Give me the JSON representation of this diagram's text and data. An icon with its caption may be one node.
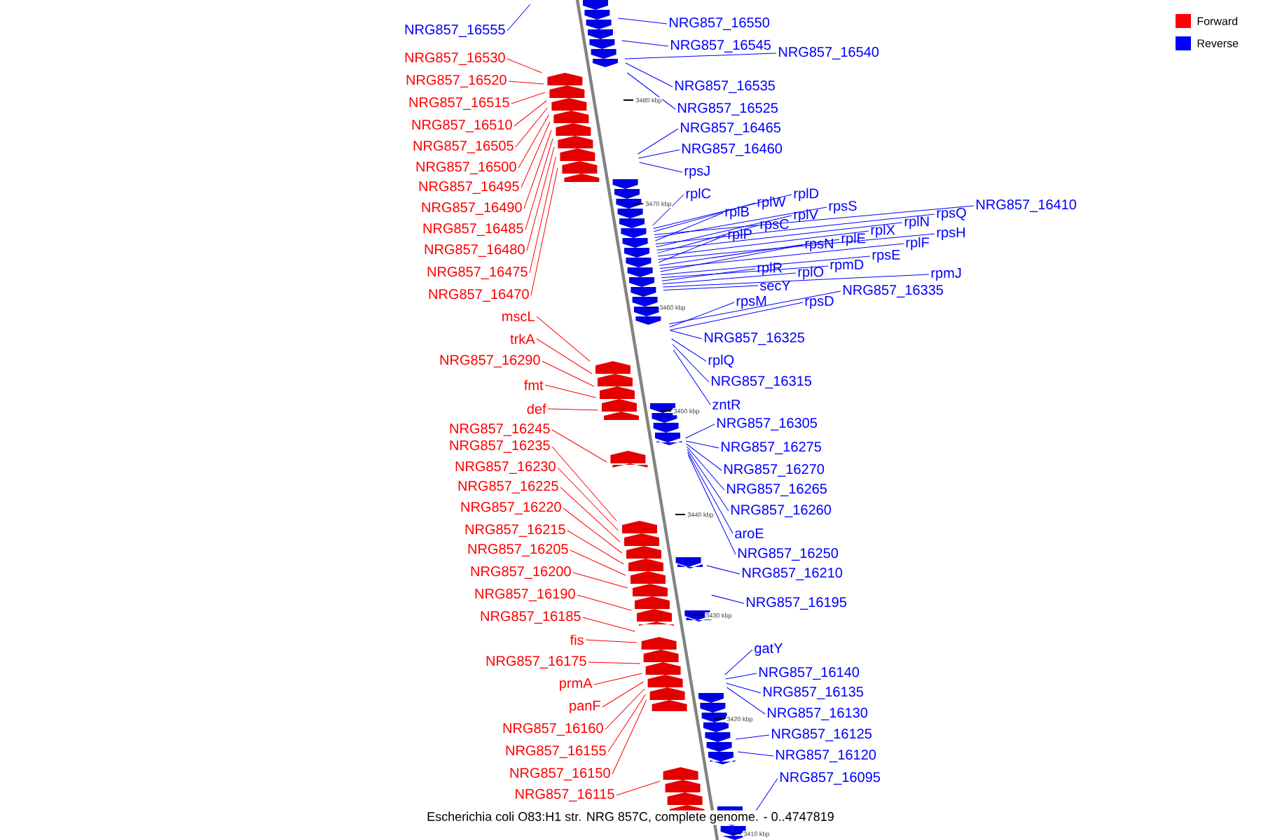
{
  "diagram": {
    "caption": "Escherichia coli O83:H1 str. NRG 857C, complete genome. - 0..4747819",
    "nodes": [
      {
        "text": [
          "NRG857_16555"
        ]
      },
      {
        "text": [
          "NRG857_16530"
        ]
      },
      {
        "text": [
          "NRG857_16520"
        ]
      },
      {
        "text": [
          "NRG857_16515"
        ]
      },
      {
        "text": [
          "NRG857_16510"
        ]
      },
      {
        "text": [
          "NRG857_16505"
        ]
      },
      {
        "text": [
          "NRG857_16500"
        ]
      },
      {
        "text": [
          "NRG857_16495"
        ]
      },
      {
        "text": [
          "NRG857_16490"
        ]
      },
      {
        "text": [
          "NRG857_16485"
        ]
      },
      {
        "text": [
          "NRG857_16480"
        ]
      },
      {
        "text": [
          "NRG857_16475"
        ]
      },
      {
        "text": [
          "NRG857_16470"
        ]
      },
      {
        "text": [
          "mscL"
        ]
      },
      {
        "text": [
          "trkA"
        ]
      },
      {
        "text": [
          "NRG857_16290"
        ]
      },
      {
        "text": [
          "fmt"
        ]
      },
      {
        "text": [
          "def"
        ]
      },
      {
        "text": [
          "NRG857_16245"
        ]
      },
      {
        "text": [
          "NRG857_16235"
        ]
      },
      {
        "text": [
          "NRG857_16230"
        ]
      },
      {
        "text": [
          "NRG857_16225"
        ]
      },
      {
        "text": [
          "NRG857_16220"
        ]
      },
      {
        "text": [
          "NRG857_16215"
        ]
      },
      {
        "text": [
          "NRG857_16205"
        ]
      },
      {
        "text": [
          "NRG857_16200"
        ]
      },
      {
        "text": [
          "NRG857_16190"
        ]
      },
      {
        "text": [
          "NRG857_16185"
        ]
      },
      {
        "text": [
          "fis"
        ]
      },
      {
        "text": [
          "NRG857_16175"
        ]
      },
      {
        "text": [
          "prmA"
        ]
      },
      {
        "text": [
          "panF"
        ]
      },
      {
        "text": [
          "NRG857_16160"
        ]
      },
      {
        "text": [
          "NRG857_16155"
        ]
      },
      {
        "text": [
          "NRG857_16150"
        ]
      },
      {
        "text": [
          "NRG857_16115"
        ]
      },
      {
        "text": [
          "NRG857_16550"
        ]
      },
      {
        "text": [
          "NRG857_16545"
        ]
      },
      {
        "text": [
          "NRG857_16540"
        ]
      },
      {
        "text": [
          "NRG857_16535"
        ]
      },
      {
        "text": [
          "NRG857_16525"
        ]
      },
      {
        "text": [
          "NRG857_16465"
        ]
      },
      {
        "text": [
          "NRG857_16460"
        ]
      },
      {
        "text": [
          "rpsJ"
        ]
      },
      {
        "text": [
          "rplC"
        ]
      },
      {
        "text": [
          "rplW"
        ]
      },
      {
        "text": [
          "rplD"
        ]
      },
      {
        "text": [
          "rplB"
        ]
      },
      {
        "text": [
          "rpsS"
        ]
      },
      {
        "text": [
          "rplV"
        ]
      },
      {
        "text": [
          "NRG857_16410"
        ]
      },
      {
        "text": [
          "rpsQ"
        ]
      },
      {
        "text": [
          "rpsC"
        ]
      },
      {
        "text": [
          "rplP"
        ]
      },
      {
        "text": [
          "rplN"
        ]
      },
      {
        "text": [
          "rplX"
        ]
      },
      {
        "text": [
          "rpsH"
        ]
      },
      {
        "text": [
          "rplE"
        ]
      },
      {
        "text": [
          "rpsN"
        ]
      },
      {
        "text": [
          "rplF"
        ]
      },
      {
        "text": [
          "rpsE"
        ]
      },
      {
        "text": [
          "rpmD"
        ]
      },
      {
        "text": [
          "rplR"
        ]
      },
      {
        "text": [
          "rplO"
        ]
      },
      {
        "text": [
          "rpmJ"
        ]
      },
      {
        "text": [
          "secY"
        ]
      },
      {
        "text": [
          "NRG857_16335"
        ]
      },
      {
        "text": [
          "rpsM"
        ]
      },
      {
        "text": [
          "rpsD"
        ]
      },
      {
        "text": [
          "NRG857_16325"
        ]
      },
      {
        "text": [
          "rplQ"
        ]
      },
      {
        "text": [
          "NRG857_16315"
        ]
      },
      {
        "text": [
          "zntR"
        ]
      },
      {
        "text": [
          "NRG857_16305"
        ]
      },
      {
        "text": [
          "NRG857_16275"
        ]
      },
      {
        "text": [
          "NRG857_16270"
        ]
      },
      {
        "text": [
          "NRG857_16265"
        ]
      },
      {
        "text": [
          "NRG857_16260"
        ]
      },
      {
        "text": [
          "aroE"
        ]
      },
      {
        "text": [
          "NRG857_16250"
        ]
      },
      {
        "text": [
          "NRG857_16210"
        ]
      },
      {
        "text": [
          "NRG857_16195"
        ]
      },
      {
        "text": [
          "gatY"
        ]
      },
      {
        "text": [
          "NRG857_16140"
        ]
      },
      {
        "text": [
          "NRG857_16135"
        ]
      },
      {
        "text": [
          "NRG857_16130"
        ]
      },
      {
        "text": [
          "NRG857_16125"
        ]
      },
      {
        "text": [
          "NRG857_16120"
        ]
      },
      {
        "text": [
          "NRG857_16095"
        ]
      }
    ],
    "edges": [
      {
        "from": 0,
        "to": null,
        "arrow": "none",
        "color": "#0000ff"
      },
      {
        "from": 1,
        "to": null,
        "arrow": "none",
        "color": "#ff0000"
      },
      {
        "from": 2,
        "to": null,
        "arrow": "none",
        "color": "#ff0000"
      },
      {
        "from": 3,
        "to": null,
        "arrow": "none",
        "color": "#ff0000"
      },
      {
        "from": 4,
        "to": null,
        "arrow": "none",
        "color": "#ff0000"
      },
      {
        "from": 5,
        "to": null,
        "arrow": "none",
        "color": "#ff0000"
      },
      {
        "from": 6,
        "to": null,
        "arrow": "none",
        "color": "#ff0000"
      },
      {
        "from": 7,
        "to": null,
        "arrow": "none",
        "color": "#ff0000"
      },
      {
        "from": 8,
        "to": null,
        "arrow": "none",
        "color": "#ff0000"
      },
      {
        "from": 9,
        "to": null,
        "arrow": "none",
        "color": "#ff0000"
      },
      {
        "from": 10,
        "to": null,
        "arrow": "none",
        "color": "#ff0000"
      },
      {
        "from": 11,
        "to": null,
        "arrow": "none",
        "color": "#ff0000"
      },
      {
        "from": 12,
        "to": null,
        "arrow": "none",
        "color": "#ff0000"
      },
      {
        "from": 13,
        "to": null,
        "arrow": "none",
        "color": "#ff0000"
      },
      {
        "from": 14,
        "to": null,
        "arrow": "none",
        "color": "#ff0000"
      },
      {
        "from": 15,
        "to": null,
        "arrow": "none",
        "color": "#ff0000"
      },
      {
        "from": 16,
        "to": null,
        "arrow": "none",
        "color": "#ff0000"
      },
      {
        "from": 17,
        "to": null,
        "arrow": "none",
        "color": "#ff0000"
      },
      {
        "from": 18,
        "to": null,
        "arrow": "none",
        "color": "#ff0000"
      },
      {
        "from": 19,
        "to": null,
        "arrow": "none",
        "color": "#ff0000"
      },
      {
        "from": 20,
        "to": null,
        "arrow": "none",
        "color": "#ff0000"
      },
      {
        "from": 21,
        "to": null,
        "arrow": "none",
        "color": "#ff0000"
      },
      {
        "from": 22,
        "to": null,
        "arrow": "none",
        "color": "#ff0000"
      },
      {
        "from": 23,
        "to": null,
        "arrow": "none",
        "color": "#ff0000"
      },
      {
        "from": 24,
        "to": null,
        "arrow": "none",
        "color": "#ff0000"
      },
      {
        "from": 25,
        "to": null,
        "arrow": "none",
        "color": "#ff0000"
      },
      {
        "from": 26,
        "to": null,
        "arrow": "none",
        "color": "#ff0000"
      },
      {
        "from": 27,
        "to": null,
        "arrow": "none",
        "color": "#ff0000"
      },
      {
        "from": 28,
        "to": null,
        "arrow": "none",
        "color": "#ff0000"
      },
      {
        "from": 29,
        "to": null,
        "arrow": "none",
        "color": "#ff0000"
      },
      {
        "from": 30,
        "to": null,
        "arrow": "none",
        "color": "#ff0000"
      },
      {
        "from": 31,
        "to": null,
        "arrow": "none",
        "color": "#ff0000"
      },
      {
        "from": 32,
        "to": null,
        "arrow": "none",
        "color": "#ff0000"
      },
      {
        "from": 33,
        "to": null,
        "arrow": "none",
        "color": "#ff0000"
      },
      {
        "from": 34,
        "to": null,
        "arrow": "none",
        "color": "#ff0000"
      },
      {
        "from": 35,
        "to": null,
        "arrow": "none",
        "color": "#ff0000"
      },
      {
        "from": 36,
        "to": null,
        "arrow": "none",
        "color": "#0000ff"
      },
      {
        "from": 37,
        "to": null,
        "arrow": "none",
        "color": "#0000ff"
      },
      {
        "from": 38,
        "to": null,
        "arrow": "none",
        "color": "#0000ff"
      },
      {
        "from": 39,
        "to": null,
        "arrow": "none",
        "color": "#0000ff"
      },
      {
        "from": 40,
        "to": null,
        "arrow": "none",
        "color": "#0000ff"
      },
      {
        "from": 41,
        "to": null,
        "arrow": "none",
        "color": "#0000ff"
      },
      {
        "from": 42,
        "to": null,
        "arrow": "none",
        "color": "#0000ff"
      },
      {
        "from": 43,
        "to": null,
        "arrow": "none",
        "color": "#0000ff"
      },
      {
        "from": 44,
        "to": null,
        "arrow": "none",
        "color": "#0000ff"
      },
      {
        "from": 45,
        "to": null,
        "arrow": "none",
        "color": "#0000ff"
      },
      {
        "from": 46,
        "to": null,
        "arrow": "none",
        "color": "#0000ff"
      },
      {
        "from": 47,
        "to": null,
        "arrow": "none",
        "color": "#0000ff"
      },
      {
        "from": 48,
        "to": null,
        "arrow": "none",
        "color": "#0000ff"
      },
      {
        "from": 49,
        "to": null,
        "arrow": "none",
        "color": "#0000ff"
      },
      {
        "from": 50,
        "to": null,
        "arrow": "none",
        "color": "#0000ff"
      },
      {
        "from": 51,
        "to": null,
        "arrow": "none",
        "color": "#0000ff"
      },
      {
        "from": 52,
        "to": null,
        "arrow": "none",
        "color": "#0000ff"
      },
      {
        "from": 53,
        "to": null,
        "arrow": "none",
        "color": "#0000ff"
      },
      {
        "from": 54,
        "to": null,
        "arrow": "none",
        "color": "#0000ff"
      },
      {
        "from": 55,
        "to": null,
        "arrow": "none",
        "color": "#0000ff"
      },
      {
        "from": 56,
        "to": null,
        "arrow": "none",
        "color": "#0000ff"
      },
      {
        "from": 57,
        "to": null,
        "arrow": "none",
        "color": "#0000ff"
      },
      {
        "from": 58,
        "to": null,
        "arrow": "none",
        "color": "#0000ff"
      },
      {
        "from": 59,
        "to": null,
        "arrow": "none",
        "color": "#0000ff"
      },
      {
        "from": 60,
        "to": null,
        "arrow": "none",
        "color": "#0000ff"
      },
      {
        "from": 61,
        "to": null,
        "arrow": "none",
        "color": "#0000ff"
      },
      {
        "from": 62,
        "to": null,
        "arrow": "none",
        "color": "#0000ff"
      },
      {
        "from": 63,
        "to": null,
        "arrow": "none",
        "color": "#0000ff"
      },
      {
        "from": 64,
        "to": null,
        "arrow": "none",
        "color": "#0000ff"
      },
      {
        "from": 65,
        "to": null,
        "arrow": "none",
        "color": "#0000ff"
      },
      {
        "from": 66,
        "to": null,
        "arrow": "none",
        "color": "#0000ff"
      },
      {
        "from": 67,
        "to": null,
        "arrow": "none",
        "color": "#0000ff"
      },
      {
        "from": 68,
        "to": null,
        "arrow": "none",
        "color": "#0000ff"
      },
      {
        "from": 69,
        "to": null,
        "arrow": "none",
        "color": "#0000ff"
      },
      {
        "from": 70,
        "to": null,
        "arrow": "none",
        "color": "#0000ff"
      },
      {
        "from": 71,
        "to": null,
        "arrow": "none",
        "color": "#0000ff"
      },
      {
        "from": 72,
        "to": null,
        "arrow": "none",
        "color": "#0000ff"
      },
      {
        "from": 73,
        "to": null,
        "arrow": "none",
        "color": "#0000ff"
      },
      {
        "from": 74,
        "to": null,
        "arrow": "none",
        "color": "#0000ff"
      },
      {
        "from": 75,
        "to": null,
        "arrow": "none",
        "color": "#0000ff"
      },
      {
        "from": 76,
        "to": null,
        "arrow": "none",
        "color": "#0000ff"
      },
      {
        "from": 77,
        "to": null,
        "arrow": "none",
        "color": "#0000ff"
      },
      {
        "from": 78,
        "to": null,
        "arrow": "none",
        "color": "#0000ff"
      },
      {
        "from": 79,
        "to": null,
        "arrow": "none",
        "color": "#0000ff"
      },
      {
        "from": 80,
        "to": null,
        "arrow": "none",
        "color": "#0000ff"
      },
      {
        "from": 81,
        "to": null,
        "arrow": "none",
        "color": "#0000ff"
      },
      {
        "from": 82,
        "to": null,
        "arrow": "none",
        "color": "#0000ff"
      },
      {
        "from": 83,
        "to": null,
        "arrow": "none",
        "color": "#0000ff"
      },
      {
        "from": 84,
        "to": null,
        "arrow": "none",
        "color": "#0000ff"
      },
      {
        "from": 85,
        "to": null,
        "arrow": "none",
        "color": "#0000ff"
      },
      {
        "from": 86,
        "to": null,
        "arrow": "none",
        "color": "#0000ff"
      },
      {
        "from": 87,
        "to": null,
        "arrow": "none",
        "color": "#0000ff"
      },
      {
        "from": 88,
        "to": null,
        "arrow": "none",
        "color": "#0000ff"
      }
    ],
    "labels": [
      "3480 kbp",
      "3470 kbp",
      "3460 kbp",
      "3450 kbp",
      "3440 kbp",
      "3430 kbp",
      "3420 kbp",
      "3410 kbp"
    ],
    "legend": [
      {
        "text": "Forward",
        "color": "#ff0000"
      },
      {
        "text": "Reverse",
        "color": "#0000ff"
      }
    ]
  }
}
